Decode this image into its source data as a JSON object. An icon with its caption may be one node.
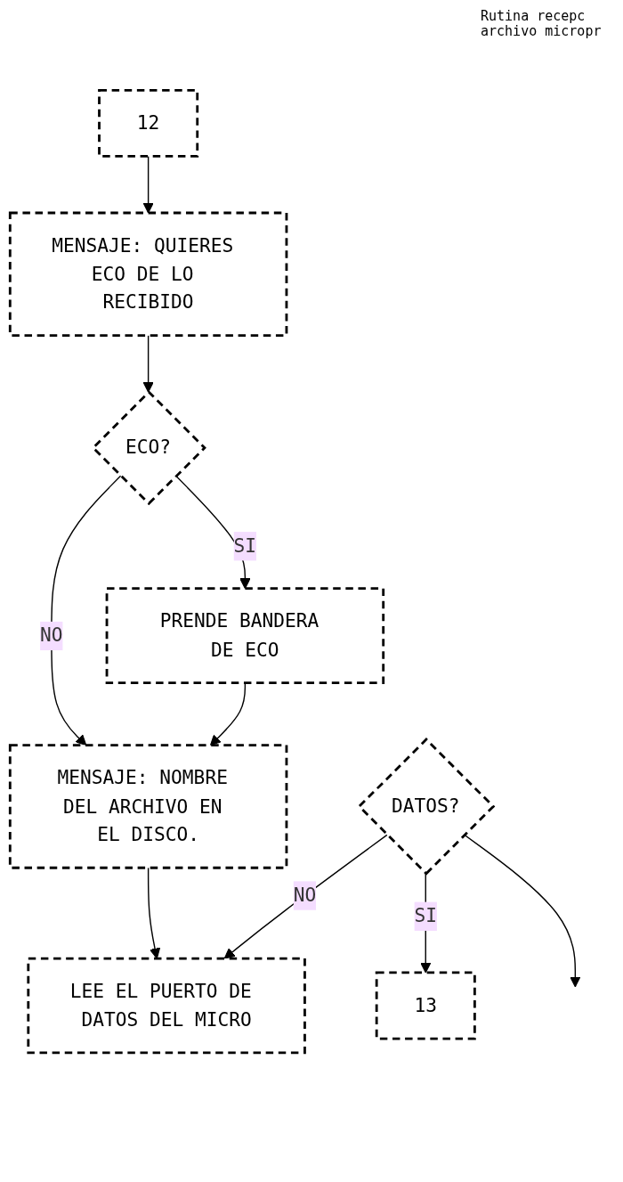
{
  "diagram": {
    "nodes": [
      {
        "text": [
          "12"
        ]
      },
      {
        "text": [
          "MENSAJE: QUIERES ECO DE LO RECIBIDO"
        ]
      },
      {
        "text": [
          "ECO?"
        ]
      },
      {
        "text": [
          "PRENDE BANDERA DE ECO"
        ]
      },
      {
        "text": [
          "MENSAJE: NOMBRE DEL ARCHIVO EN EL DISCO."
        ]
      },
      {
        "text": [
          "LEE EL PUERTO DE DATOS DEL MICRO"
        ]
      },
      {
        "text": [
          "DATOS?"
        ]
      },
      {
        "text": [
          "13"
        ]
      }
    ],
    "edges": [
      {
        "from": 0,
        "to": 1,
        "arrow": "to"
      },
      {
        "from": 1,
        "to": 2,
        "arrow": "to"
      },
      {
        "from": 2,
        "to": 3,
        "label": "SI",
        "arrow": "to"
      },
      {
        "from": 2,
        "to": 4,
        "label": "NO",
        "arrow": "to"
      },
      {
        "from": 3,
        "to": 4,
        "arrow": "to"
      },
      {
        "from": 4,
        "to": 5,
        "arrow": "to"
      },
      {
        "from": 6,
        "to": 5,
        "label": "NO",
        "arrow": "to"
      },
      {
        "from": 6,
        "to": 7,
        "label": "SI",
        "arrow": "to"
      },
      {
        "from": 6,
        "to": null,
        "arrow": "to"
      }
    ],
    "labels": [
      "Rutina recepc archivo micropr"
    ]
  }
}
